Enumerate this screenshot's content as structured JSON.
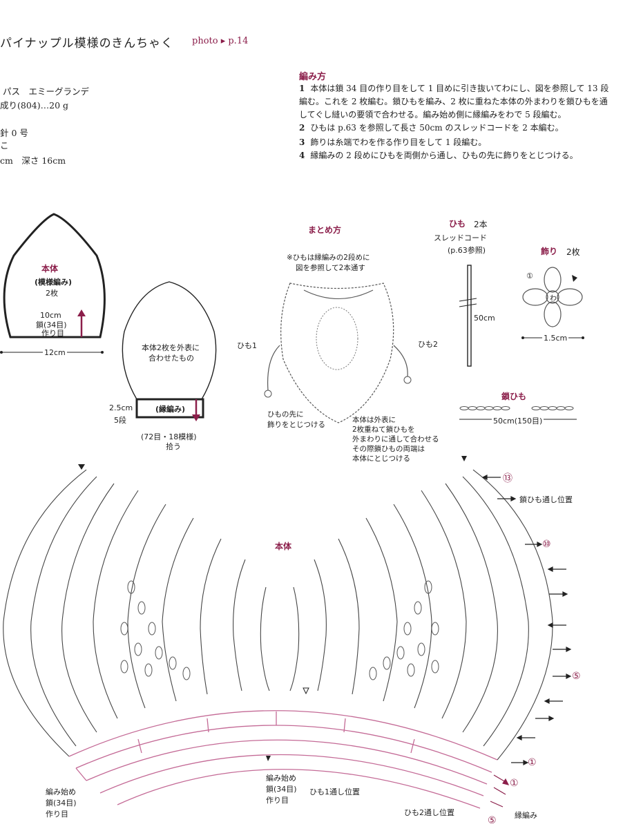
{
  "header": {
    "title": "パイナップル模様のきんちゃく",
    "photo_ref": "photo ▸ p.14"
  },
  "materials": [
    "パス　エミーグランデ",
    "成り(804)…20 g",
    "針 0 号",
    "こ",
    "cm　深さ 16cm"
  ],
  "instructions": {
    "heading": "編み方",
    "steps": [
      {
        "num": "1",
        "text": "本体は鎖 34 目の作り目をして 1 目めに引き抜いてわにし、図を参照して 13 段編む。これを 2 枚編む。鎖ひもを編み、2 枚に重ねた本体の外まわりを鎖ひもを通してぐし縫いの要領で合わせる。編み始め側に縁編みをわで 5 段編む。"
      },
      {
        "num": "2",
        "text": "ひもは p.63 を参照して長さ 50cm のスレッドコードを 2 本編む。"
      },
      {
        "num": "3",
        "text": "飾りは糸端でわを作る作り目をして 1 段編む。"
      },
      {
        "num": "4",
        "text": "縁編みの 2 段めにひもを両側から通し、ひもの先に飾りをとじつける。"
      }
    ]
  },
  "diagram_body": {
    "title": "本体",
    "subtitle": "(模様編み)",
    "count": "2枚",
    "height": "10cm",
    "chain": "鎖(34目)",
    "base": "作り目",
    "width": "12cm"
  },
  "diagram_joined": {
    "text1": "本体2枚を外表に",
    "text2": "合わせたもの",
    "edge": "(縁編み)",
    "edge_height": "2.5cm",
    "rows": "5段",
    "pickup": "(72目・18模様)",
    "pickup2": "拾う"
  },
  "assembly": {
    "title": "まとめ方",
    "note1": "※ひもは縁編みの2段めに",
    "note2": "図を参照して2本通す",
    "cord1": "ひも1",
    "cord2": "ひも2",
    "ornament_note1": "ひもの先に",
    "ornament_note2": "飾りをとじつける",
    "join1": "本体は外表に",
    "join2": "2枚重ねて鎖ひもを",
    "join3": "外まわりに通して合わせる",
    "join4": "その際鎖ひもの両端は",
    "join5": "本体にとじつける"
  },
  "cord": {
    "title": "ひも",
    "count": "2本",
    "type": "スレッドコード",
    "ref": "(p.63参照)",
    "length": "50cm"
  },
  "ornament": {
    "title": "飾り",
    "count": "2枚",
    "ring": "わ",
    "start": "①",
    "size": "1.5cm"
  },
  "chain_cord": {
    "title": "鎖ひも",
    "length": "50cm(150目)"
  },
  "chart": {
    "title": "本体",
    "row13": "⑬",
    "row10": "⑩",
    "row5": "⑤",
    "row1": "①",
    "edge_row1": "①",
    "edge_row5": "⑤",
    "chain_pos": "鎖ひも通し位置",
    "start_left1": "編み始め",
    "start_left2": "鎖(34目)",
    "start_left3": "作り目",
    "start_mid1": "編み始め",
    "start_mid2": "鎖(34目)",
    "start_mid3": "作り目",
    "cord1_pos": "ひも1通し位置",
    "cord2_pos": "ひも2通し位置",
    "edging": "縁編み"
  },
  "colors": {
    "accent": "#8b1e4a",
    "pink": "#c46a96",
    "ink": "#333333"
  }
}
